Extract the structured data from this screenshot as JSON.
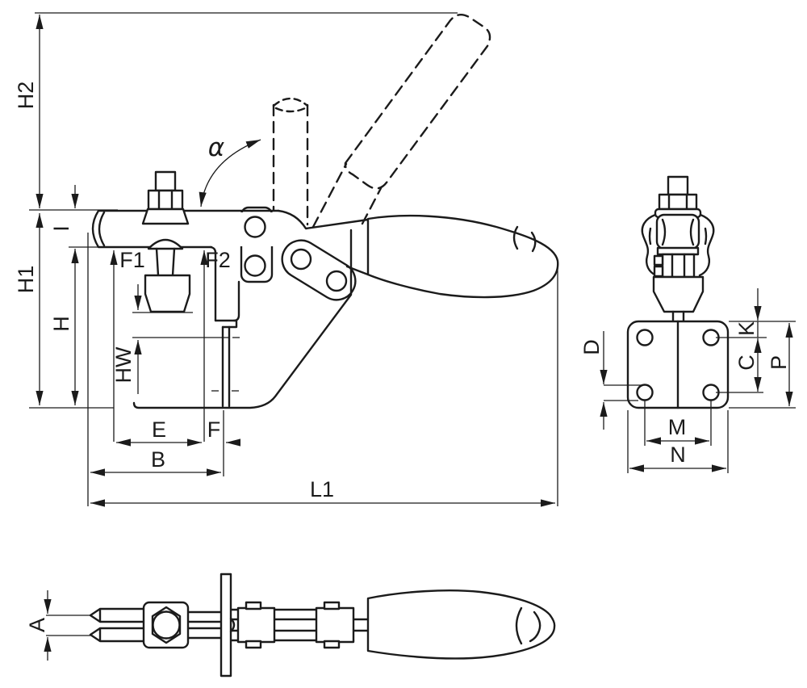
{
  "drawing": {
    "background": "#ffffff",
    "line_color": "#1b1b1b"
  },
  "dimensions": {
    "main_view": {
      "h2": "H2",
      "h1": "H1",
      "h": "H",
      "i": "I",
      "hw": "HW",
      "f1": "F1",
      "f2": "F2",
      "alpha": "α",
      "e": "E",
      "f": "F",
      "b": "B",
      "l1": "L1"
    },
    "side_view": {
      "d": "D",
      "k": "K",
      "c": "C",
      "p": "P",
      "m": "M",
      "n": "N"
    },
    "bottom_view": {
      "a": "A"
    }
  }
}
